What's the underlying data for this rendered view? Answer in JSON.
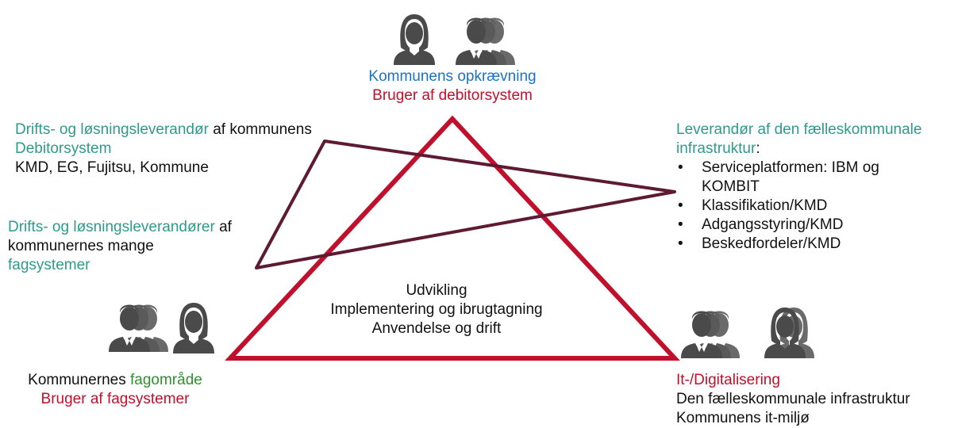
{
  "colors": {
    "teal": "#2e9a8c",
    "red": "#c0102c",
    "blue": "#1a73c8",
    "green": "#2f8f2f",
    "maroon": "#5e1a33",
    "icon": "#4a4a4a"
  },
  "icons": {
    "top": "people-group-icon",
    "left": "people-group-icon",
    "right": "people-group-icon"
  },
  "top": {
    "line1": "Kommunens opkrævning",
    "line2": "Bruger af debitorsystem"
  },
  "left_upper": {
    "line1_colored": "Drifts- og løsningsleverandør",
    "line1_plain": " af kommunens",
    "line2": "Debitorsystem",
    "line3": "KMD, EG, Fujitsu, Kommune"
  },
  "left_middle": {
    "line1_colored": "Drifts- og løsningsleverandører",
    "line1_plain": " af",
    "line2": "kommunernes mange",
    "line3": "fagsystemer"
  },
  "right_upper": {
    "line1": "Leverandør af den fælleskommunale",
    "line2_colored": "infrastruktur",
    "line2_plain": ":",
    "bullets": [
      "Serviceplatformen: IBM og",
      "KOMBIT",
      "Klassifikation/KMD",
      "Adgangsstyring/KMD",
      "Beskedfordeler/KMD"
    ]
  },
  "center": {
    "line1": "Udvikling",
    "line2": "Implementering og ibrugtagning",
    "line3": "Anvendelse og drift"
  },
  "bottom_left": {
    "line1_plain": "Kommunernes ",
    "line1_colored": "fagområde",
    "line2": "Bruger af fagsystemer"
  },
  "bottom_right": {
    "line1": "It-/Digitalisering",
    "line2": "Den fælleskommunale infrastruktur",
    "line3": "Kommunens it-miljø"
  }
}
